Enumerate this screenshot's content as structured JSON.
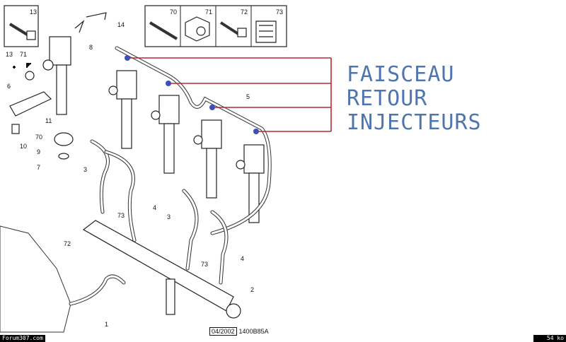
{
  "diagram": {
    "annotation": [
      "FAISCEAU",
      "RETOUR",
      "INJECTEURS"
    ],
    "annotation_color": "#4f75b0",
    "line_color": "#c0272d",
    "parts_boxes": [
      "13",
      "70",
      "71",
      "72",
      "73"
    ],
    "labels": {
      "l14": "14",
      "l8": "8",
      "l13": "13",
      "l71": "71",
      "l6": "6",
      "l11": "11",
      "l70": "70",
      "l10": "10",
      "l9": "9",
      "l7": "7",
      "l5": "5",
      "l3a": "3",
      "l4a": "4",
      "l73a": "73",
      "l72": "72",
      "l3b": "3",
      "l73b": "73",
      "l4b": "4",
      "l2": "2",
      "l1": "1"
    },
    "reference_date": "04/2002",
    "reference_code": "1400B85A"
  },
  "footer": {
    "site": "Forum307.com",
    "size": "54 ko"
  }
}
